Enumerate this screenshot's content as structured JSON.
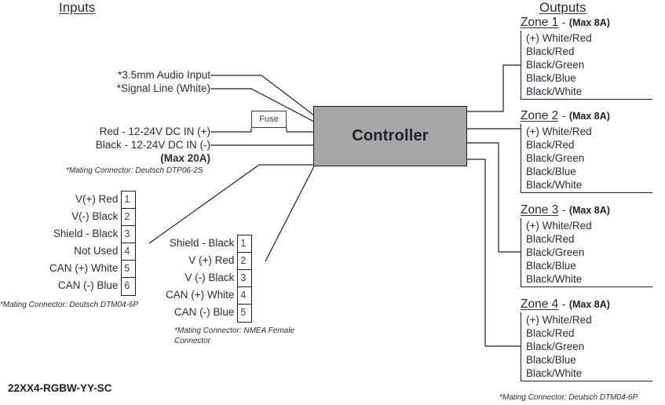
{
  "headings": {
    "inputs": "Inputs",
    "outputs": "Outputs"
  },
  "controller": {
    "label": "Controller"
  },
  "fuse": {
    "label": "Fuse"
  },
  "inputs": {
    "signal_lines": [
      "*3.5mm Audio Input",
      "*Signal Line (White)"
    ],
    "power_lines": [
      "Red - 12-24V DC IN (+)",
      "Black - 12-24V DC IN (-)"
    ],
    "power_max": "(Max 20A)",
    "power_note": "*Mating Connector: Deutsch DTP06-2S",
    "connector_1": {
      "note": "*Mating Connector: Deutsch DTM04-6P",
      "pins": [
        {
          "label": "V(+) Red",
          "number": "1"
        },
        {
          "label": "V(-) Black",
          "number": "2"
        },
        {
          "label": "Shield - Black",
          "number": "3"
        },
        {
          "label": "Not Used",
          "number": "4"
        },
        {
          "label": "CAN (+) White",
          "number": "5"
        },
        {
          "label": "CAN (-) Blue",
          "number": "6"
        }
      ]
    },
    "connector_2": {
      "note": "*Mating Connector: NMEA Female Connector",
      "pins": [
        {
          "label": "Shield - Black",
          "number": "1"
        },
        {
          "label": "V (+) Red",
          "number": "2"
        },
        {
          "label": "V (-) Black",
          "number": "3"
        },
        {
          "label": "CAN (+) White",
          "number": "4"
        },
        {
          "label": "CAN (-) Blue",
          "number": "5"
        }
      ]
    }
  },
  "outputs": {
    "note": "*Mating Connector: Deutsch DTM04-6P",
    "zones": [
      {
        "name": "Zone 1",
        "dash": "-",
        "max": "(Max 8A)",
        "wires": [
          "(+) White/Red",
          "Black/Red",
          "Black/Green",
          "Black/Blue",
          "Black/White"
        ]
      },
      {
        "name": "Zone 2",
        "dash": "-",
        "max": "(Max 8A)",
        "wires": [
          "(+) White/Red",
          "Black/Red",
          "Black/Green",
          "Black/Blue",
          "Black/White"
        ]
      },
      {
        "name": "Zone 3",
        "dash": "-",
        "max": "(Max 8A)",
        "wires": [
          "(+) White/Red",
          "Black/Red",
          "Black/Green",
          "Black/Blue",
          "Black/White"
        ]
      },
      {
        "name": "Zone 4",
        "dash": "-",
        "max": "(Max 8A)",
        "wires": [
          "(+) White/Red",
          "Black/Red",
          "Black/Green",
          "Black/Blue",
          "Black/White"
        ]
      }
    ]
  },
  "model_number": "22XX4-RGBW-YY-SC",
  "colors": {
    "controller_fill": "#a6a6a6",
    "line": "#1f1f1f",
    "text": "#2b2b38"
  }
}
